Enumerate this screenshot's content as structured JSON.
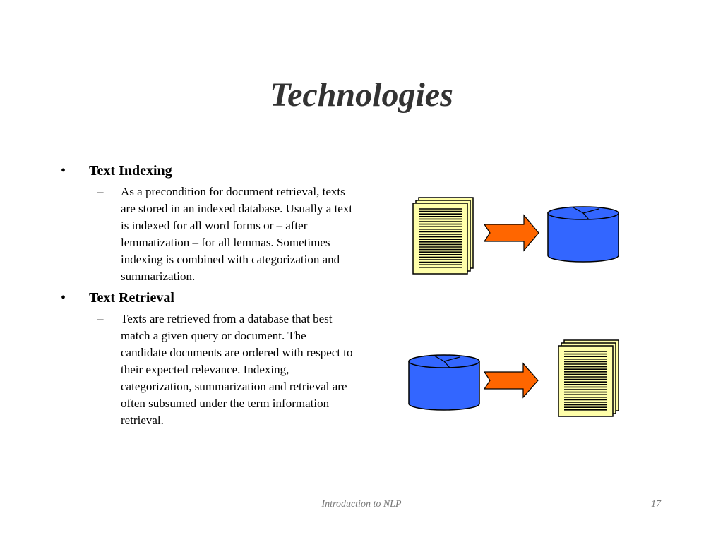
{
  "slide": {
    "title": "Technologies",
    "bullets": [
      {
        "heading": "Text Indexing",
        "sub": "As a precondition for document retrieval, texts are stored in an indexed database. Usually a text is indexed for all word forms or – after lemmatization – for all lemmas. Sometimes indexing is combined with categorization and summarization."
      },
      {
        "heading": "Text Retrieval",
        "sub": "Texts are retrieved from a database that best match a given query or document. The candidate documents are ordered with respect to their expected relevance. Indexing, categorization, summarization and retrieval are often subsumed under the term information retrieval."
      }
    ],
    "bullet_mark": "•",
    "sub_mark": "–"
  },
  "footer": {
    "center": "Introduction to NLP",
    "page": "17"
  },
  "colors": {
    "document_fill": "#FFFFAA",
    "database_fill": "#3366FF",
    "arrow_fill": "#FF6600"
  },
  "icons": {
    "indexing_diagram": [
      "document-stack-icon",
      "arrow-right-icon",
      "database-icon"
    ],
    "retrieval_diagram": [
      "database-icon",
      "arrow-right-icon",
      "document-stack-icon"
    ]
  }
}
